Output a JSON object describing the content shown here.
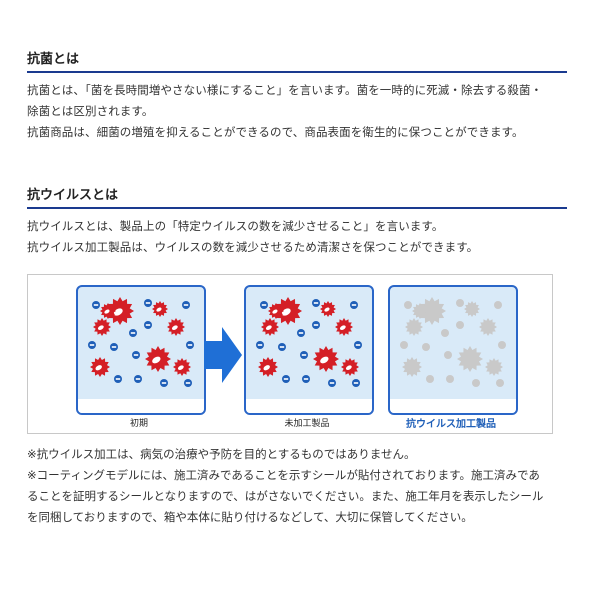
{
  "antibacterial": {
    "heading": "抗菌とは",
    "lines": [
      "抗菌とは、「菌を長時間増やさない様にすること」を言います。菌を一時的に死滅・除去する殺菌・",
      "除菌とは区別されます。",
      "抗菌商品は、細菌の増殖を抑えることができるので、商品表面を衛生的に保つことができます。"
    ]
  },
  "antiviral": {
    "heading": "抗ウイルスとは",
    "lines": [
      "抗ウイルスとは、製品上の「特定ウイルスの数を減少させること」を言います。",
      "抗ウイルス加工製品は、ウイルスの数を減少させるため清潔さを保つことができます。"
    ]
  },
  "illustration": {
    "panels": [
      {
        "caption": "初期",
        "state": "initial"
      },
      {
        "caption": "未加工製品",
        "state": "untreated"
      },
      {
        "caption": "抗ウイルス加工製品",
        "state": "treated"
      }
    ],
    "colors": {
      "virus_red": "#d41f26",
      "microbe_blue": "#1f5fb8",
      "inactive_gray": "#c9c9c9",
      "panel_border": "#2a66c8",
      "panel_bg": "#d9eaf8",
      "arrow": "#1f6fd6"
    }
  },
  "notes": {
    "lines": [
      "※抗ウイルス加工は、病気の治療や予防を目的とするものではありません。",
      "※コーティングモデルには、施工済みであることを示すシールが貼付されております。施工済みであ",
      "ることを証明するシールとなりますので、はがさないでください。また、施工年月を表示したシール",
      "を同梱しておりますので、箱や本体に貼り付けるなどして、大切に保管してください。"
    ]
  }
}
